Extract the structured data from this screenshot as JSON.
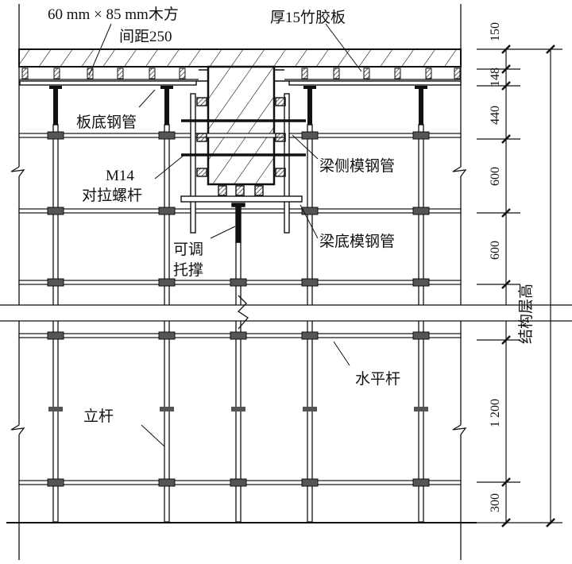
{
  "labels": {
    "timber": "60 mm × 85 mm木方",
    "timber_spacing": "间距250",
    "plywood": "厚15竹胶板",
    "slab_pipe": "板底钢管",
    "tie_rod_size": "M14",
    "tie_rod": "对拉螺杆",
    "beam_side_pipe": "梁侧模钢管",
    "adjustable": "可调",
    "support": "托撑",
    "beam_bottom_pipe": "梁底模钢管",
    "horizontal_bar": "水平杆",
    "upright": "立杆",
    "story_height": "结构层高"
  },
  "dimensions": [
    "150",
    "148",
    "440",
    "600",
    "600",
    "1 200",
    "300"
  ],
  "colors": {
    "line": "#111111",
    "background": "#ffffff"
  }
}
